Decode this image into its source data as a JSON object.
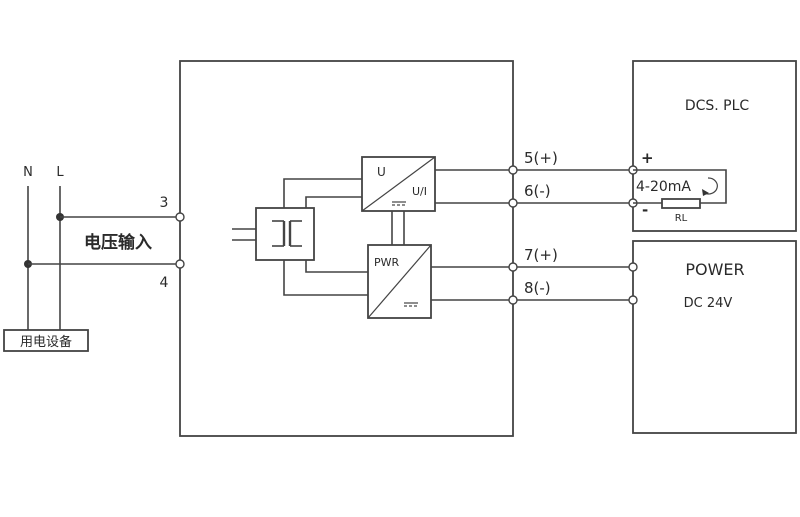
{
  "power_lines": {
    "n": "N",
    "l": "L"
  },
  "equipment_label": "用电设备",
  "voltage_input_label": "电压输入",
  "input_terminals": {
    "t3": "3",
    "t4": "4"
  },
  "output_terminals": {
    "t5": "5(+)",
    "t6": "6(-)",
    "t7": "7(+)",
    "t8": "8(-)"
  },
  "converter": {
    "top": "U",
    "bottom": "U/I"
  },
  "pwr_module": {
    "label": "PWR"
  },
  "dcs_plc": {
    "title": "DCS. PLC",
    "plus": "+",
    "minus": "-",
    "current_label": "4-20mA",
    "resistor_label": "RL"
  },
  "power_supply": {
    "title": "POWER",
    "voltage": "DC 24V"
  }
}
